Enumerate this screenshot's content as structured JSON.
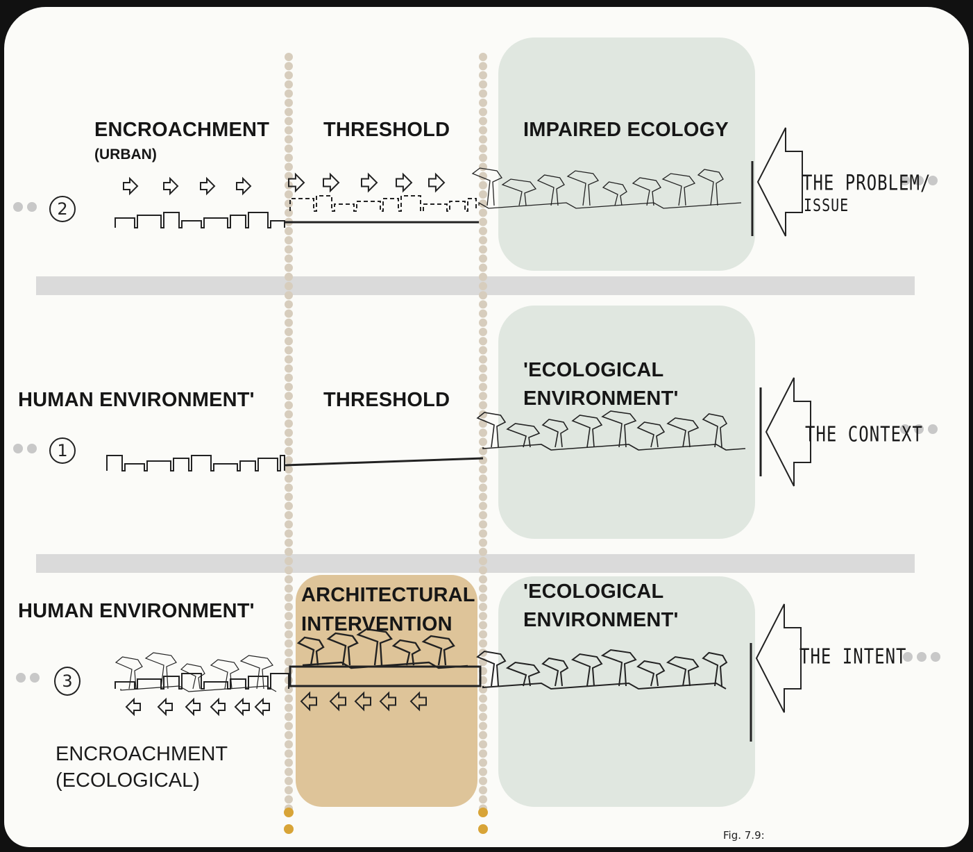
{
  "rows": [
    {
      "number": "2",
      "label_left": "ENCROACHMENT",
      "label_left_sub": "(URBAN)",
      "label_mid": "THRESHOLD",
      "label_right": "IMPAIRED ECOLOGY",
      "side_note_line1": "THE PROBLEM/",
      "side_note_line2": "ISSUE"
    },
    {
      "number": "1",
      "label_left": "HUMAN ENVIRONMENT'",
      "label_mid": "THRESHOLD",
      "label_right_line1": "'ECOLOGICAL",
      "label_right_line2": "ENVIRONMENT'",
      "side_note": "THE CONTEXT"
    },
    {
      "number": "3",
      "label_left": "HUMAN ENVIRONMENT'",
      "label_mid_line1": "ARCHITECTURAL",
      "label_mid_line2": "INTERVENTION",
      "label_right_line1": "'ECOLOGICAL",
      "label_right_line2": "ENVIRONMENT'",
      "side_note": "THE INTENT",
      "label_bottom_line1": "ENCROACHMENT",
      "label_bottom_line2": "(ECOLOGICAL)"
    }
  ],
  "caption": "Fig. 7.9:",
  "colors": {
    "panel_green": "#e0e7e0",
    "panel_tan": "#dec499",
    "dot_line": "#d7cdbd",
    "dot_accent": "#d8a437",
    "frame": "#111111"
  }
}
